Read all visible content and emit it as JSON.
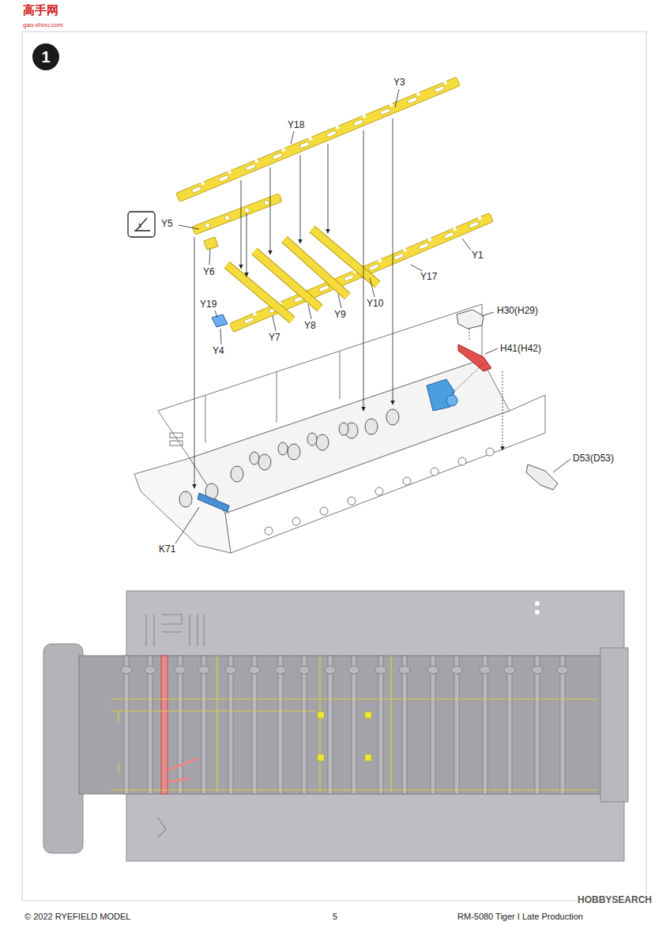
{
  "diagram": {
    "nodes": [
      {
        "text": [
          "1"
        ]
      }
    ],
    "edges": [],
    "labels": [
      "高手网",
      "gao-shou.com",
      "Y3",
      "Y18",
      "Y5",
      "Y6",
      "Y19",
      "Y4",
      "Y7",
      "Y8",
      "Y9",
      "Y10",
      "Y17",
      "Y1",
      "H30(H29)",
      "H41(H42)",
      "D53(D53)",
      "K71",
      "© 2022 RYEFIELD MODEL",
      "5",
      "RM-5080 Tiger I Late Production",
      "HOBBYSEARCH"
    ]
  }
}
